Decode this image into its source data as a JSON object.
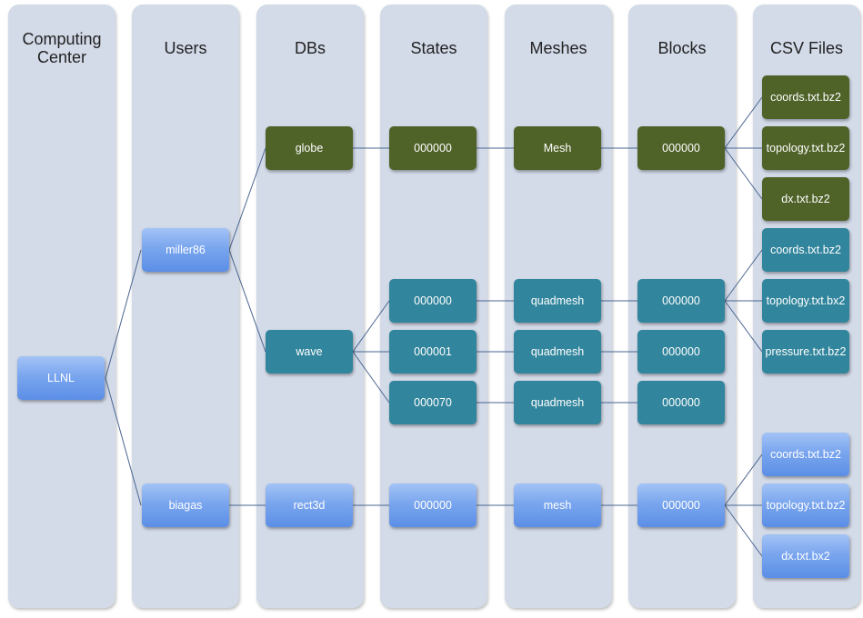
{
  "lanes": [
    {
      "title": "Computing\nCenter"
    },
    {
      "title": "Users"
    },
    {
      "title": "DBs"
    },
    {
      "title": "States"
    },
    {
      "title": "Meshes"
    },
    {
      "title": "Blocks"
    },
    {
      "title": "CSV Files"
    }
  ],
  "colors": {
    "olive": "#4f6228",
    "teal": "#31859c",
    "blue": "#6b9aea",
    "lane": "#d3dae8",
    "line": "#4a6690"
  },
  "nodes": {
    "llnl": "LLNL",
    "miller86": "miller86",
    "biagas": "biagas",
    "globe": "globe",
    "wave": "wave",
    "rect3d": "rect3d",
    "globe_state": "000000",
    "wave_state_0": "000000",
    "wave_state_1": "000001",
    "wave_state_70": "000070",
    "rect3d_state": "000000",
    "globe_mesh": "Mesh",
    "wave_mesh_0": "quadmesh",
    "wave_mesh_1": "quadmesh",
    "wave_mesh_70": "quadmesh",
    "rect3d_mesh": "mesh",
    "globe_block": "000000",
    "wave_block_0": "000000",
    "wave_block_1": "000000",
    "wave_block_70": "000000",
    "rect3d_block": "000000",
    "globe_csv_coords": "coords.txt.bz2",
    "globe_csv_topology": "topology.txt.bz2",
    "globe_csv_dx": "dx.txt.bz2",
    "wave_csv_coords": "coords.txt.bz2",
    "wave_csv_topology": "topology.txt.bx2",
    "wave_csv_pressure": "pressure.txt.bz2",
    "rect3d_csv_coords": "coords.txt.bz2",
    "rect3d_csv_topology": "topology.txt.bz2",
    "rect3d_csv_dx": "dx.txt.bx2"
  }
}
